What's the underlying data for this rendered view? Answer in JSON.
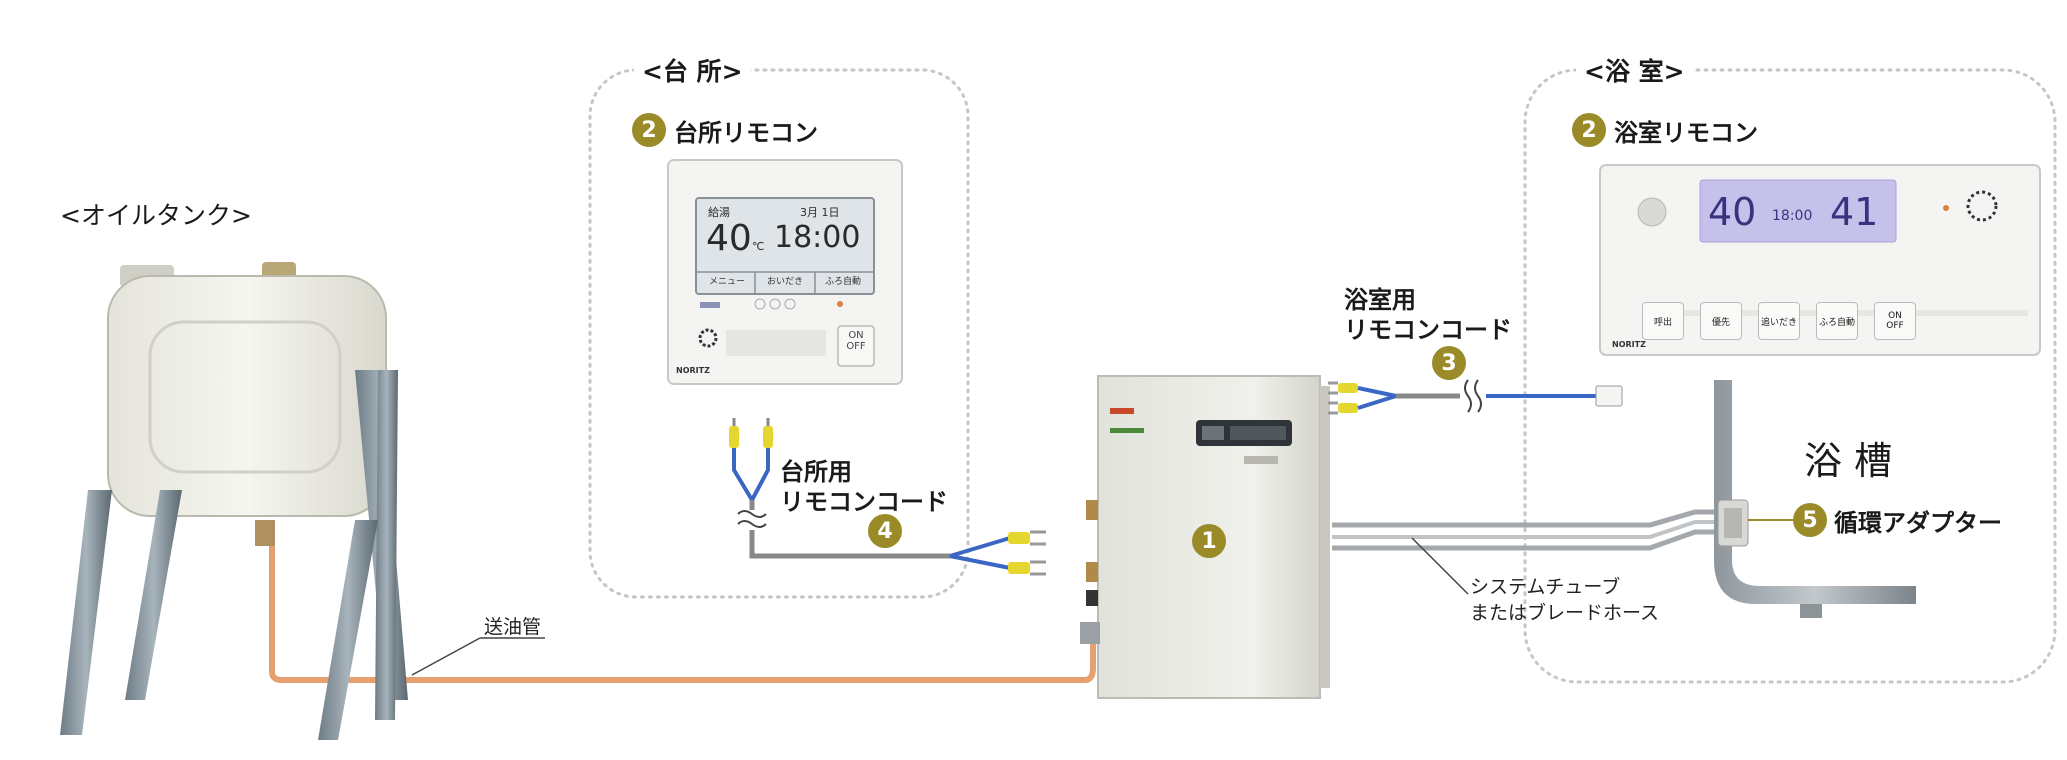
{
  "sections": {
    "kitchen": "<台 所>",
    "bathroom": "<浴 室>",
    "oil_tank": "<オイルタンク>"
  },
  "components": {
    "kitchen_remote": {
      "number": "2",
      "label": "台所リモコン"
    },
    "bath_remote": {
      "number": "2",
      "label": "浴室リモコン"
    },
    "boiler": {
      "number": "1"
    },
    "bath_cord": {
      "number": "3",
      "line1": "浴室用",
      "line2": "リモコンコード"
    },
    "kitchen_cord": {
      "number": "4",
      "line1": "台所用",
      "line2": "リモコンコード"
    },
    "adapter": {
      "number": "5",
      "label": "循環アダプター"
    }
  },
  "labels": {
    "oil_pipe": "送油管",
    "bathtub": "浴 槽",
    "tube_line1": "システムチューブ",
    "tube_line2": "またはブレードホース"
  },
  "kitchen_display": {
    "temp_label": "給湯",
    "temp": "40",
    "temp_unit": "℃",
    "date": "3月 1日",
    "time": "18:00",
    "buttons": [
      "メニュー",
      "おいだき",
      "ふろ自動"
    ],
    "onoff": "ON\nOFF",
    "brand": "NORITZ"
  },
  "bath_display": {
    "temp1": "40",
    "time": "18:00",
    "temp2": "41",
    "buttons": [
      "呼出",
      "優先",
      "追いだき",
      "ふろ自動"
    ],
    "onoff": "ON\nOFF",
    "brand": "NORITZ"
  },
  "colors": {
    "badge": "#9a8a28",
    "oil_pipe": "#e6a070",
    "wire_blue": "#3a66c4",
    "wire_yellow": "#e5d630",
    "dotted_border": "#c6c6c6",
    "lcd_kitchen": "#dfe4e8",
    "lcd_bath": "#c6c1ea"
  }
}
